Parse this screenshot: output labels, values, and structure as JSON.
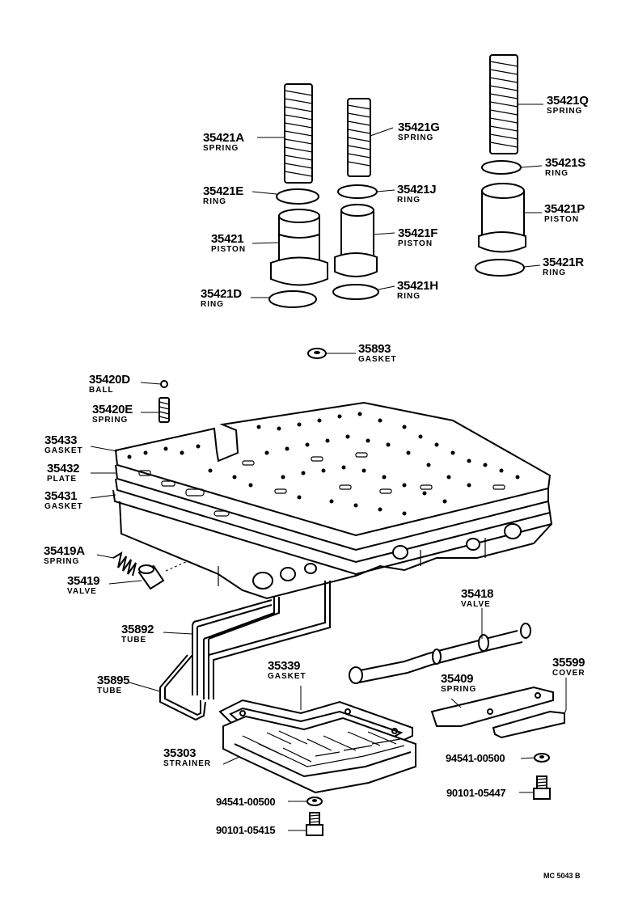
{
  "parts": [
    {
      "number": "35421A",
      "name": "SPRING"
    },
    {
      "number": "35421G",
      "name": "SPRING"
    },
    {
      "number": "35421Q",
      "name": "SPRING"
    },
    {
      "number": "35421E",
      "name": "RING"
    },
    {
      "number": "35421J",
      "name": "RING"
    },
    {
      "number": "35421S",
      "name": "RING"
    },
    {
      "number": "35421",
      "name": "PISTON"
    },
    {
      "number": "35421F",
      "name": "PISTON"
    },
    {
      "number": "35421P",
      "name": "PISTON"
    },
    {
      "number": "35421D",
      "name": "RING"
    },
    {
      "number": "35421H",
      "name": "RING"
    },
    {
      "number": "35421R",
      "name": "RING"
    },
    {
      "number": "35893",
      "name": "GASKET"
    },
    {
      "number": "35420D",
      "name": "BALL"
    },
    {
      "number": "35420E",
      "name": "SPRING"
    },
    {
      "number": "35433",
      "name": "GASKET"
    },
    {
      "number": "35432",
      "name": "PLATE"
    },
    {
      "number": "35431",
      "name": "GASKET"
    },
    {
      "number": "35419A",
      "name": "SPRING"
    },
    {
      "number": "35419",
      "name": "VALVE"
    },
    {
      "number": "35418",
      "name": "VALVE"
    },
    {
      "number": "35892",
      "name": "TUBE"
    },
    {
      "number": "35895",
      "name": "TUBE"
    },
    {
      "number": "35339",
      "name": "GASKET"
    },
    {
      "number": "35599",
      "name": "COVER"
    },
    {
      "number": "35409",
      "name": "SPRING"
    },
    {
      "number": "35303",
      "name": "STRAINER"
    },
    {
      "number": "94541-00500",
      "name": ""
    },
    {
      "number": "90101-05447",
      "name": ""
    },
    {
      "number": "94541-00500",
      "name": ""
    },
    {
      "number": "90101-05415",
      "name": ""
    }
  ],
  "diagram_ref": "MC 5043 B"
}
